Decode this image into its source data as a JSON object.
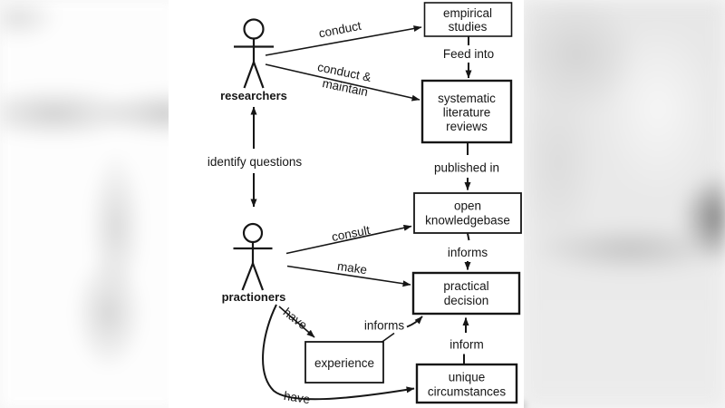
{
  "colors": {
    "ink": "#161616",
    "page_background": "#ffffff",
    "blur_gray": "#d6d6d6",
    "blur_dark": "#6e6e6e"
  },
  "actors": {
    "researchers": {
      "label": "researchers"
    },
    "practioners": {
      "label": "practioners"
    }
  },
  "nodes": {
    "empirical_studies": {
      "lines": [
        "empirical",
        "studies"
      ]
    },
    "systematic_literature_reviews": {
      "lines": [
        "systematic",
        "literature",
        "reviews"
      ]
    },
    "open_knowledgebase": {
      "lines": [
        "open",
        "knowledgebase"
      ]
    },
    "practical_decision": {
      "lines": [
        "practical",
        "decision"
      ]
    },
    "experience": {
      "lines": [
        "experience"
      ]
    },
    "unique_circumstances": {
      "lines": [
        "unique",
        "circumstances"
      ]
    }
  },
  "edges": {
    "conduct": {
      "label": "conduct"
    },
    "conduct_maintain": {
      "label_line1": "conduct &",
      "label_line2": "maintain"
    },
    "identify_questions": {
      "label": "identify questions"
    },
    "feed_into": {
      "label": "Feed into"
    },
    "published_in": {
      "label": "published in"
    },
    "consult": {
      "label": "consult"
    },
    "informs_to_decision": {
      "label": "informs"
    },
    "make": {
      "label": "make"
    },
    "have_experience": {
      "label": "have"
    },
    "experience_informs": {
      "label": "informs"
    },
    "inform": {
      "label": "inform"
    },
    "have_unique": {
      "label": "have"
    }
  }
}
